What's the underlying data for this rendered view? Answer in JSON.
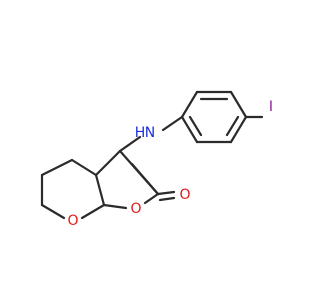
{
  "molecule": {
    "atoms": [
      {
        "id": "iodine",
        "label": "I",
        "color": "#8a1c99"
      },
      {
        "id": "nitrogen",
        "label": "N",
        "color": "#1f2fdb"
      },
      {
        "id": "hydrogen",
        "label": "H",
        "color": "#1f2fdb"
      },
      {
        "id": "ring-oxygen",
        "label": "O",
        "color": "#e01a1a"
      },
      {
        "id": "ester-oxygen",
        "label": "O",
        "color": "#e01a1a"
      },
      {
        "id": "carbonyl-oxygen",
        "label": "O",
        "color": "#e01a1a"
      }
    ],
    "bond_color": "#2b2b2b"
  }
}
